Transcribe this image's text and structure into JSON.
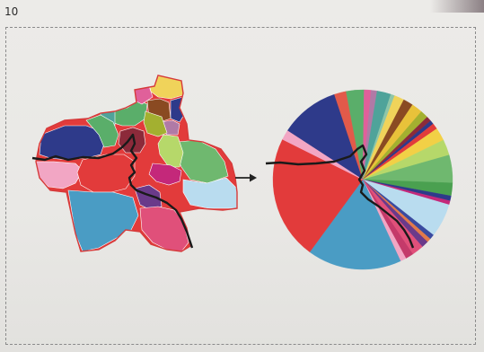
{
  "figure": {
    "number": "10"
  },
  "colors": {
    "outline": "#d63a3a",
    "river": "#1a1a1a",
    "arrow": "#222222"
  },
  "map_regions": [
    {
      "name": "region-yellow-north",
      "color": "#f0d35a"
    },
    {
      "name": "region-navy-northeast",
      "color": "#2e3a8a"
    },
    {
      "name": "region-green-north",
      "color": "#5aae6a"
    },
    {
      "name": "region-pink-north",
      "color": "#e0609a"
    },
    {
      "name": "region-brown-north",
      "color": "#8a4a22"
    },
    {
      "name": "region-teal-north",
      "color": "#4fa39a"
    },
    {
      "name": "region-mauve-north",
      "color": "#b07aa6"
    },
    {
      "name": "region-navy-west",
      "color": "#2e3a8a"
    },
    {
      "name": "region-green-northwest",
      "color": "#5aae6a"
    },
    {
      "name": "region-olive-center",
      "color": "#a3b030"
    },
    {
      "name": "region-maroon-center",
      "color": "#8c2a3a"
    },
    {
      "name": "region-lightgreen-east",
      "color": "#6fb86f"
    },
    {
      "name": "region-lime-east",
      "color": "#b6d86a"
    },
    {
      "name": "region-pink-west",
      "color": "#f2a6c4"
    },
    {
      "name": "region-red-center",
      "color": "#e23b3b"
    },
    {
      "name": "region-magenta-center",
      "color": "#c4287a"
    },
    {
      "name": "region-lightblue-east",
      "color": "#b9dcef"
    },
    {
      "name": "region-steelblue-south",
      "color": "#4a9cc4"
    },
    {
      "name": "region-purple-south",
      "color": "#6a3a8a"
    },
    {
      "name": "region-rose-southeast",
      "color": "#e0507a"
    }
  ],
  "pie_slices": [
    {
      "value": 6.0,
      "color": "#2e3a8a"
    },
    {
      "value": 1.2,
      "color": "#e25a4a"
    },
    {
      "value": 1.8,
      "color": "#5aae6a"
    },
    {
      "value": 0.7,
      "color": "#e0609a"
    },
    {
      "value": 0.6,
      "color": "#b07aa6"
    },
    {
      "value": 1.4,
      "color": "#4fa39a"
    },
    {
      "value": 0.4,
      "color": "#8ec6a8"
    },
    {
      "value": 1.0,
      "color": "#f0d35a"
    },
    {
      "value": 1.0,
      "color": "#8a4a22"
    },
    {
      "value": 1.1,
      "color": "#e8c23a"
    },
    {
      "value": 0.8,
      "color": "#a3b030"
    },
    {
      "value": 0.5,
      "color": "#8c2a3a"
    },
    {
      "value": 0.4,
      "color": "#2e3a8a"
    },
    {
      "value": 0.6,
      "color": "#e23b3b"
    },
    {
      "value": 1.3,
      "color": "#f2d046"
    },
    {
      "value": 1.6,
      "color": "#b6d86a"
    },
    {
      "value": 2.8,
      "color": "#6fb86f"
    },
    {
      "value": 1.3,
      "color": "#4aa050"
    },
    {
      "value": 0.5,
      "color": "#2e3a8a"
    },
    {
      "value": 0.4,
      "color": "#c4287a"
    },
    {
      "value": 3.4,
      "color": "#b9dcef"
    },
    {
      "value": 0.5,
      "color": "#3a4aa0"
    },
    {
      "value": 0.4,
      "color": "#e27a4a"
    },
    {
      "value": 0.7,
      "color": "#6a3a8a"
    },
    {
      "value": 1.2,
      "color": "#e0507a"
    },
    {
      "value": 0.8,
      "color": "#c43a6a"
    },
    {
      "value": 0.6,
      "color": "#f2a6c4"
    },
    {
      "value": 9.5,
      "color": "#4a9cc4"
    },
    {
      "value": 12.5,
      "color": "#e23b3b"
    },
    {
      "value": 1.0,
      "color": "#f2a6c4"
    }
  ]
}
